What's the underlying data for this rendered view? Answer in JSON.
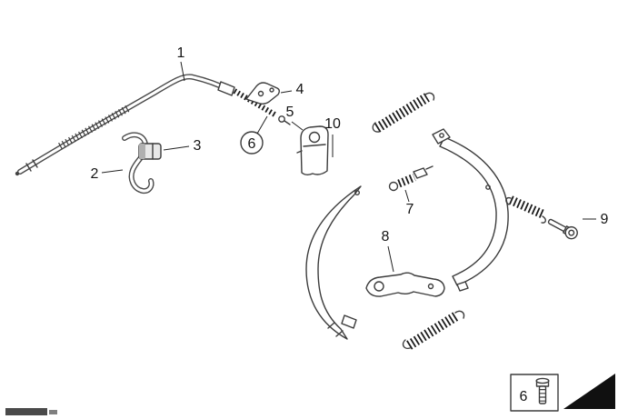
{
  "diagram": {
    "callouts": {
      "n1": "1",
      "n2": "2",
      "n3": "3",
      "n4": "4",
      "n5": "5",
      "n6": "6",
      "n7": "7",
      "n8": "8",
      "n9": "9",
      "n10": "10"
    },
    "legend": {
      "item_ref": "6"
    },
    "colors": {
      "line": "#3c3c3c",
      "spring": "#1c1c1c",
      "arrow": "#101010",
      "background": "#ffffff"
    }
  }
}
